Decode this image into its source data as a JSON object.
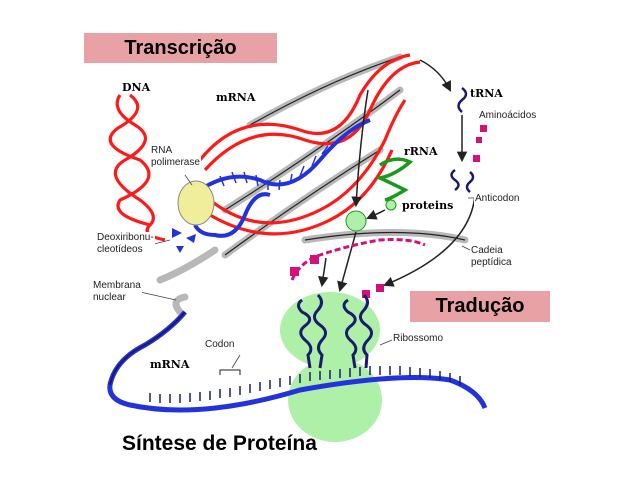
{
  "banners": {
    "transcription": "Transcrição",
    "translation": "Tradução"
  },
  "title": "Síntese de Proteína",
  "structure_labels": {
    "dna": "DNA",
    "mrna_top": "mRNA",
    "rrna": "rRNA",
    "proteins": "proteins",
    "trna": "tRNA",
    "mrna_bottom": "mRNA"
  },
  "callouts": {
    "aminoacids": "Aminoácidos",
    "rna_polymerase_1": "RNA",
    "rna_polymerase_2": "polimerase",
    "anticodon": "Anticodon",
    "deoxy_1": "Deoxiribonu-",
    "deoxy_2": "cleotídeos",
    "peptide_1": "Cadeia",
    "peptide_2": "peptídica",
    "membrane_1": "Membrana",
    "membrane_2": "nuclear",
    "ribosome": "Ribossomo",
    "codon": "Codon"
  },
  "colors": {
    "banner": "#e8a2a5",
    "dna_strand": "#ff1a1a",
    "mrna_strand": "#2233dd",
    "ribosome": "#aef0a8",
    "polymerase": "#f0ee9a",
    "rrna": "#1a9a1a",
    "peptide": "#d6107a",
    "trna": "#1a1a6e",
    "membrane": "#b8b8b8"
  }
}
